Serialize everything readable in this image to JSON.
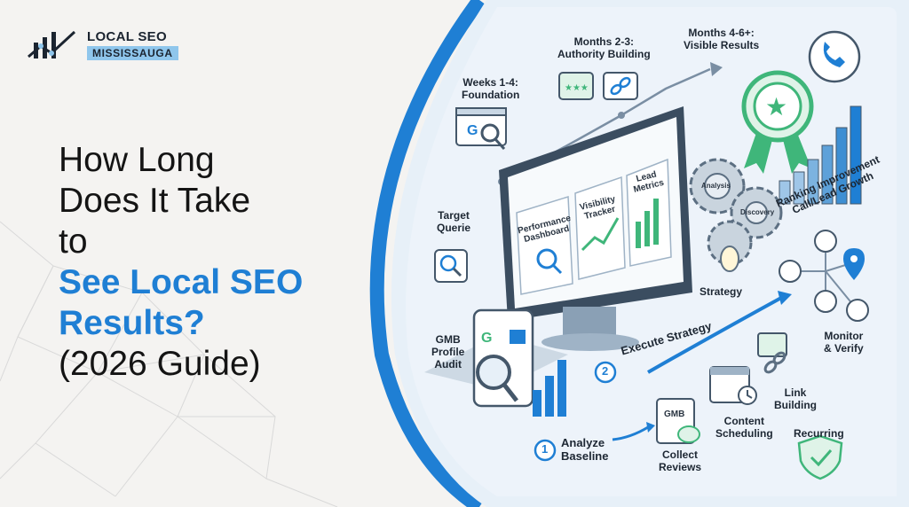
{
  "logo": {
    "line1": "LOCAL SEO",
    "line2": "MISSISSAUGA"
  },
  "headline": {
    "line1": "How Long",
    "line2": "Does It Take",
    "line3": "to",
    "line4": "See Local SEO",
    "line5": "Results?",
    "line6": "(2026 Guide)"
  },
  "timeline": {
    "weeks_a": "Weeks 1-4:",
    "weeks_b": "Foundation",
    "months23_a": "Months 2-3:",
    "months23_b": "Authority Building",
    "months46_a": "Months 4-6+:",
    "months46_b": "Visible Results"
  },
  "monitor": {
    "panel1_a": "Performance",
    "panel1_b": "Dashboard",
    "panel2_a": "Visibility",
    "panel2_b": "Tracker",
    "panel3_a": "Lead",
    "panel3_b": "Metrics"
  },
  "labels": {
    "target_a": "Target",
    "target_b": "Querie",
    "gmb_a": "GMB",
    "gmb_b": "Profile",
    "gmb_c": "Audit",
    "strategy": "Strategy",
    "analysis": "Analysis",
    "discovery": "Discovery",
    "ranking_a": "Ranking Improvement",
    "ranking_b": "Call/Lead Growth",
    "monitor_a": "Monitor",
    "monitor_b": "& Verify",
    "link_a": "Link",
    "link_b": "Building",
    "content_a": "Content",
    "content_b": "Scheduling",
    "recurring": "Recurring",
    "collect_a": "Collect",
    "collect_b": "Reviews",
    "gmb_card": "GMB"
  },
  "steps": {
    "one_num": "1",
    "one_a": "Analyze",
    "one_b": "Baseline",
    "two_num": "2",
    "two": "Execute Strategy"
  },
  "colors": {
    "accent": "#1f7fd4",
    "green": "#3fb67a",
    "navy": "#1d2733",
    "bg": "#f4f3f1"
  }
}
